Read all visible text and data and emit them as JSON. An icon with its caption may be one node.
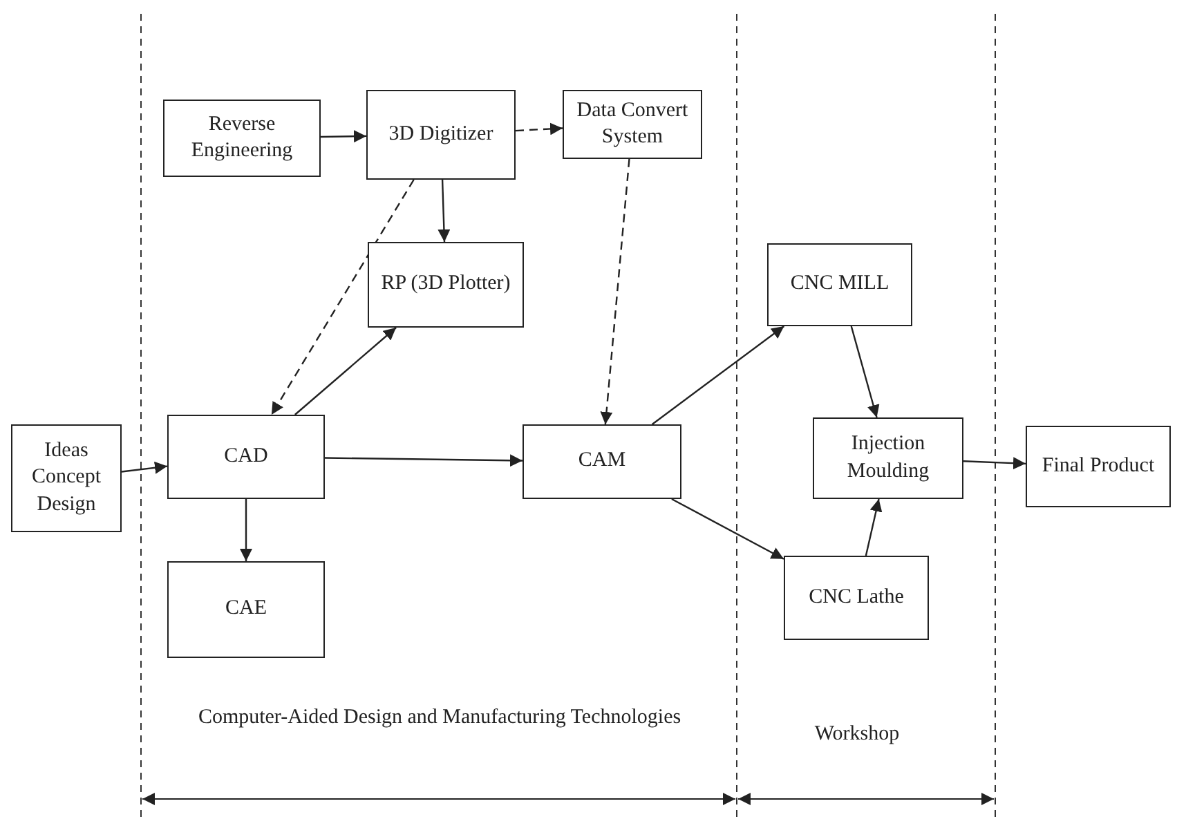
{
  "diagram": {
    "nodes": [
      {
        "text": [
          "Reverse Engineering"
        ]
      },
      {
        "text": [
          "3D Digitizer"
        ]
      },
      {
        "text": [
          "Data Convert System"
        ]
      },
      {
        "text": [
          "RP (3D Plotter)"
        ]
      },
      {
        "text": [
          "CNC MILL"
        ]
      },
      {
        "text": [
          "Ideas Concept Design"
        ]
      },
      {
        "text": [
          "CAD"
        ]
      },
      {
        "text": [
          "CAM"
        ]
      },
      {
        "text": [
          "Injection Moulding"
        ]
      },
      {
        "text": [
          "Final Product"
        ]
      },
      {
        "text": [
          "CNC Lathe"
        ]
      },
      {
        "text": [
          "CAE"
        ]
      }
    ],
    "edges": [
      {
        "from": 5,
        "to": 6,
        "arrow": "to"
      },
      {
        "from": 0,
        "to": 1,
        "arrow": "to"
      },
      {
        "from": 1,
        "to": 2,
        "arrow": "to",
        "style": "dashed"
      },
      {
        "from": 1,
        "to": 6,
        "arrow": "to",
        "style": "dashed"
      },
      {
        "from": 1,
        "to": 3,
        "arrow": "to"
      },
      {
        "from": 2,
        "to": 7,
        "arrow": "to",
        "style": "dashed"
      },
      {
        "from": 6,
        "to": 3,
        "arrow": "to"
      },
      {
        "from": 6,
        "to": 7,
        "arrow": "to"
      },
      {
        "from": 6,
        "to": 11,
        "arrow": "to"
      },
      {
        "from": 7,
        "to": 4,
        "arrow": "to"
      },
      {
        "from": 7,
        "to": 10,
        "arrow": "to"
      },
      {
        "from": 4,
        "to": 8,
        "arrow": "to"
      },
      {
        "from": 10,
        "to": 8,
        "arrow": "to"
      },
      {
        "from": 8,
        "to": 9,
        "arrow": "to"
      }
    ],
    "labels": [
      "Computer-Aided Design and Manufacturing Technologies",
      "Workshop"
    ]
  }
}
